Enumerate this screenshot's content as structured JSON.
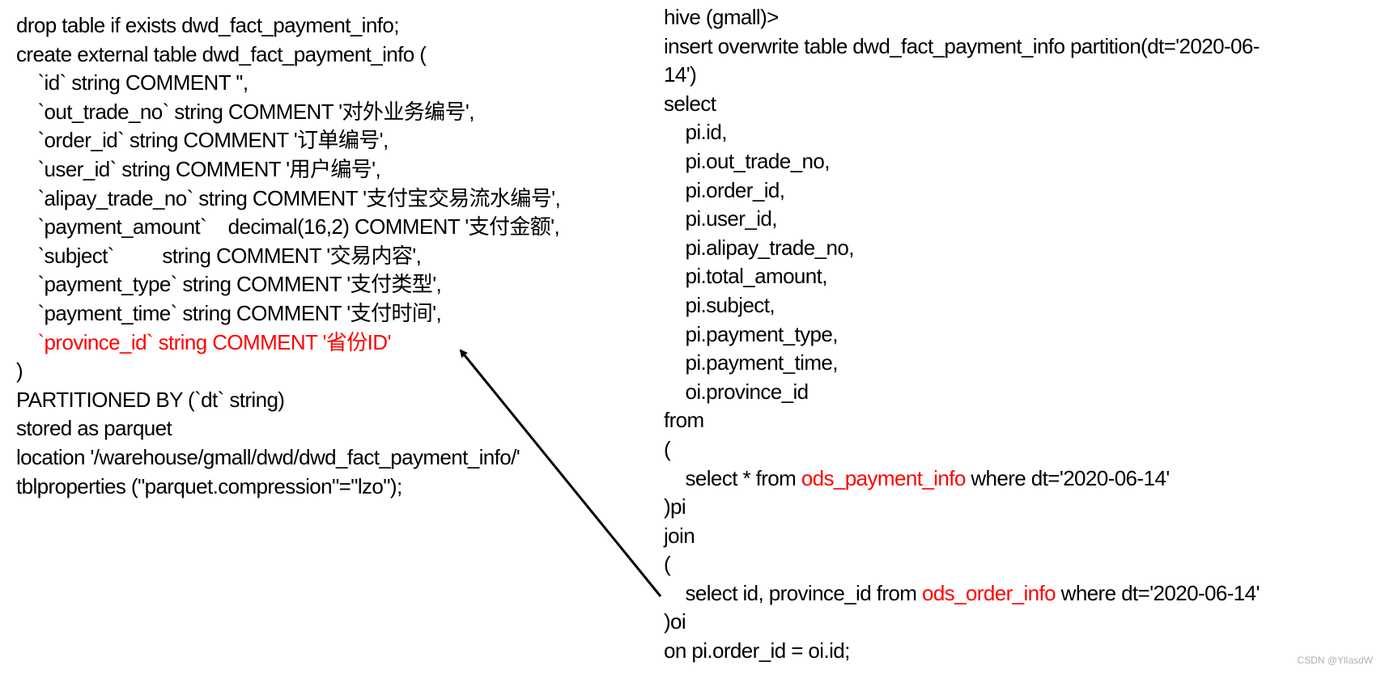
{
  "left_code": {
    "lines": [
      {
        "text": "drop table if exists dwd_fact_payment_info;"
      },
      {
        "text": "create external table dwd_fact_payment_info ("
      },
      {
        "text": "    `id` string COMMENT '',"
      },
      {
        "text": "    `out_trade_no` string COMMENT '对外业务编号',"
      },
      {
        "text": "    `order_id` string COMMENT '订单编号',"
      },
      {
        "text": "    `user_id` string COMMENT '用户编号',"
      },
      {
        "text": "    `alipay_trade_no` string COMMENT '支付宝交易流水编号',"
      },
      {
        "text": "    `payment_amount`    decimal(16,2) COMMENT '支付金额',"
      },
      {
        "text": "    `subject`         string COMMENT '交易内容',"
      },
      {
        "text": "    `payment_type` string COMMENT '支付类型',"
      },
      {
        "text": "    `payment_time` string COMMENT '支付时间',"
      },
      {
        "text": "    `province_id` string COMMENT '省份ID'",
        "highlight": true
      },
      {
        "text": ")"
      },
      {
        "text": "PARTITIONED BY (`dt` string)"
      },
      {
        "text": "stored as parquet"
      },
      {
        "text": "location '/warehouse/gmall/dwd/dwd_fact_payment_info/'"
      },
      {
        "text": "tblproperties (\"parquet.compression\"=\"lzo\");"
      }
    ]
  },
  "right_code": {
    "lines": [
      {
        "text": "hive (gmall)>"
      },
      {
        "text": "insert overwrite table dwd_fact_payment_info partition(dt='2020-06-"
      },
      {
        "text": "14')"
      },
      {
        "text": "select"
      },
      {
        "text": "    pi.id,"
      },
      {
        "text": "    pi.out_trade_no,"
      },
      {
        "text": "    pi.order_id,"
      },
      {
        "text": "    pi.user_id,"
      },
      {
        "text": "    pi.alipay_trade_no,"
      },
      {
        "text": "    pi.total_amount,"
      },
      {
        "text": "    pi.subject,"
      },
      {
        "text": "    pi.payment_type,"
      },
      {
        "text": "    pi.payment_time,"
      },
      {
        "text": "    oi.province_id"
      },
      {
        "text": "from"
      },
      {
        "text": "("
      },
      {
        "pre": "    select * from ",
        "hl": "ods_payment_info",
        "post": " where dt='2020-06-14'"
      },
      {
        "text": ")pi"
      },
      {
        "text": "join"
      },
      {
        "text": "("
      },
      {
        "pre": "    select id, province_id from ",
        "hl": "ods_order_info",
        "post": " where dt='2020-06-14'"
      },
      {
        "text": ")oi"
      },
      {
        "text": "on pi.order_id = oi.id;"
      }
    ]
  },
  "watermark": "CSDN @YllasdW",
  "colors": {
    "text": "#000000",
    "highlight": "#ff0000",
    "arrow": "#000000"
  }
}
